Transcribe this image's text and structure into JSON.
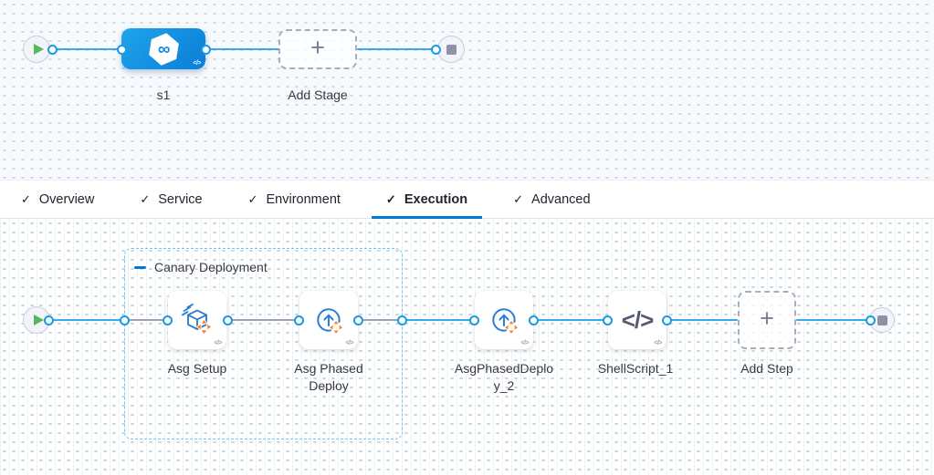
{
  "colors": {
    "connector_blue": "#3aa7ee",
    "port_ring_blue": "#189ae8",
    "stage_blue": "#1190e2",
    "group_border_blue": "#6ac6f2",
    "active_tab_underline": "#0278d5",
    "label_text": "#383946",
    "play_green": "#58b75e",
    "stop_gray": "#8f91a8",
    "step_icon_blue": "#2b7fd1",
    "step_icon_orange": "#ff7b1f"
  },
  "stage_pipeline": {
    "stage": {
      "name": "s1",
      "icon": "harness-deploy-icon",
      "code_badge": "</>"
    },
    "add_stage": {
      "label": "Add Stage",
      "plus": "+"
    }
  },
  "tab_bar": {
    "active_tab": "Execution",
    "tabs": [
      {
        "label": "Overview",
        "check": "✓"
      },
      {
        "label": "Service",
        "check": "✓"
      },
      {
        "label": "Environment",
        "check": "✓"
      },
      {
        "label": "Execution",
        "check": "✓"
      },
      {
        "label": "Advanced",
        "check": "✓"
      }
    ]
  },
  "execution": {
    "group": {
      "label": "Canary Deployment"
    },
    "steps": [
      {
        "name": "Asg Setup",
        "icon": "asg-setup-icon",
        "code_badge": "</>"
      },
      {
        "name": "Asg Phased Deploy",
        "icon": "asg-phased-deploy-icon",
        "code_badge": "</>"
      },
      {
        "name": "AsgPhasedDeploy_2",
        "icon": "asg-phased-deploy-icon",
        "code_badge": "</>"
      },
      {
        "name": "ShellScript_1",
        "icon": "shell-script-icon",
        "glyph": "</>",
        "code_badge": "</>"
      }
    ],
    "add_step": {
      "label": "Add Step",
      "plus": "+"
    }
  }
}
